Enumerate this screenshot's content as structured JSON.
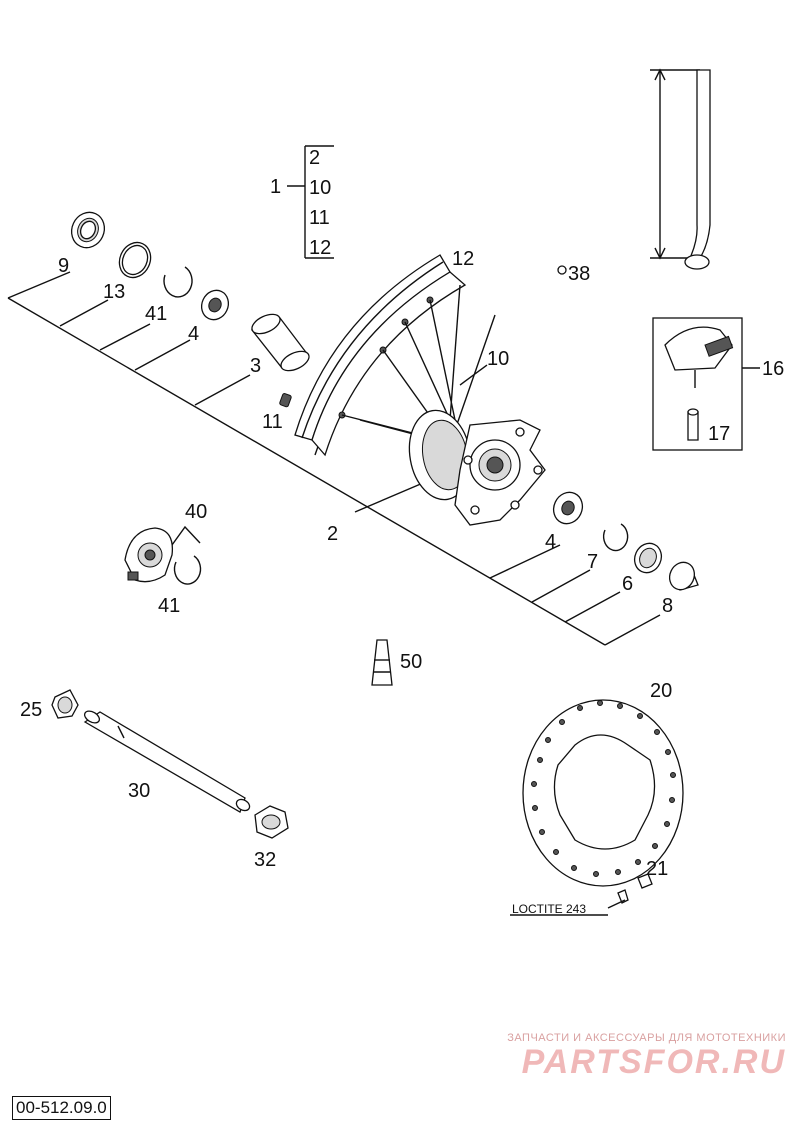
{
  "bracket_group": {
    "main": "1",
    "items": [
      "2",
      "10",
      "11",
      "12"
    ]
  },
  "labels": {
    "p9": "9",
    "p13": "13",
    "p41a": "41",
    "p4a": "4",
    "p3": "3",
    "p11": "11",
    "p12": "12",
    "p10": "10",
    "p38": "38",
    "p16": "16",
    "p17": "17",
    "p2": "2",
    "p4b": "4",
    "p7": "7",
    "p6": "6",
    "p8": "8",
    "p40": "40",
    "p41b": "41",
    "p50": "50",
    "p25": "25",
    "p30": "30",
    "p32": "32",
    "p20": "20",
    "p21": "21"
  },
  "note_loctite": "LOCTITE 243",
  "watermark": {
    "top": "ЗАПЧАСТИ И АКСЕССУАРЫ ДЛЯ МОТОТЕХНИКИ",
    "main": "PARTSFOR.RU"
  },
  "drawing_code": "00-512.09.0"
}
